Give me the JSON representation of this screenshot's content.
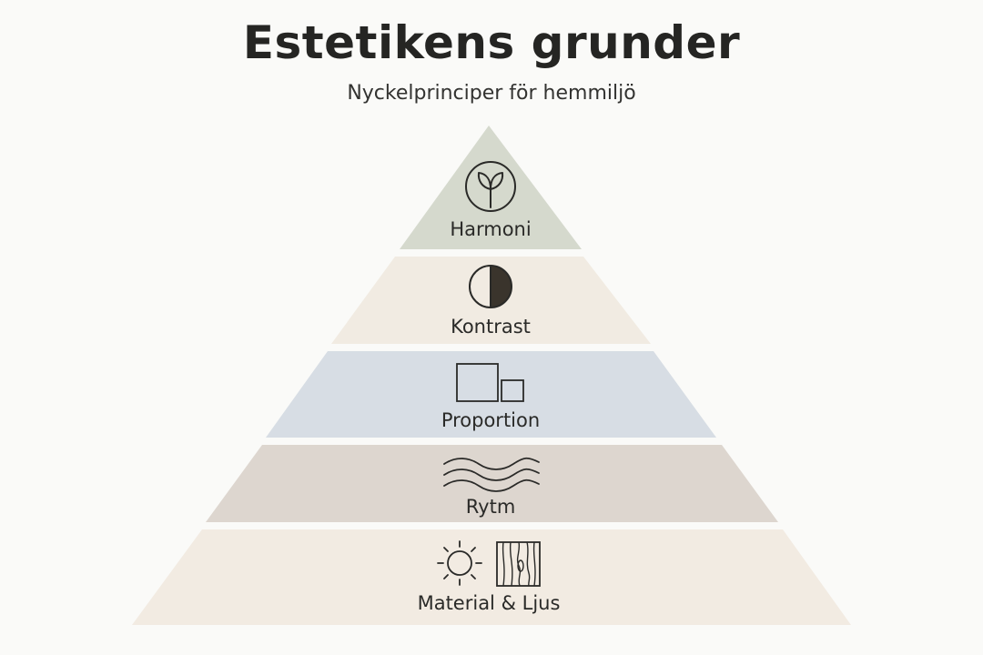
{
  "title": "Estetikens grunder",
  "subtitle": "Nyckelprinciper för hemmiljö",
  "layers": [
    {
      "label": "Harmoni",
      "icon": "plant-sprout-icon",
      "color": "#d5d9cd"
    },
    {
      "label": "Kontrast",
      "icon": "half-moon-contrast-icon",
      "color": "#f1ebe2"
    },
    {
      "label": "Proportion",
      "icon": "squares-proportion-icon",
      "color": "#d7dde4"
    },
    {
      "label": "Rytm",
      "icon": "waves-icon",
      "color": "#ddd6cf"
    },
    {
      "label": "Material & Ljus",
      "icons": [
        "sun-icon",
        "wood-grain-icon"
      ],
      "color": "#f2ebe2"
    }
  ]
}
